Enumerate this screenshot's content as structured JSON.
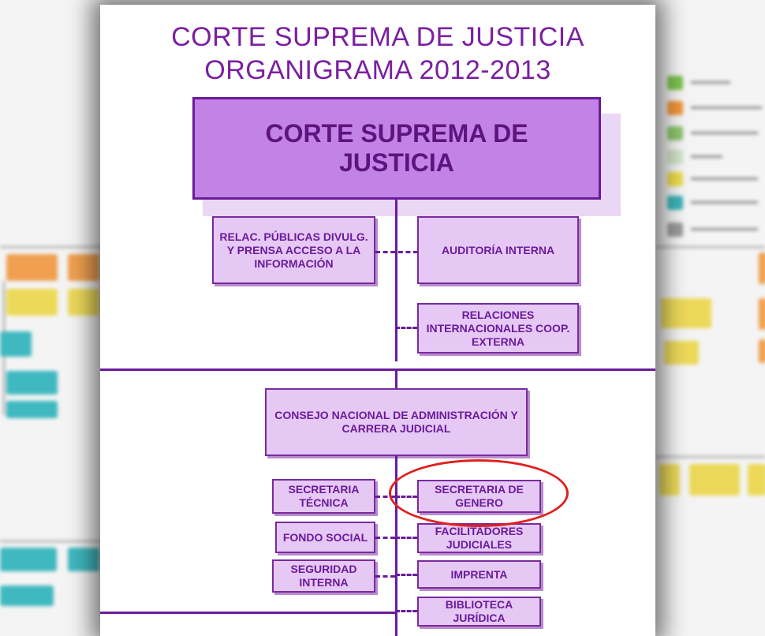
{
  "title_line1": "CORTE SUPREMA DE JUSTICIA",
  "title_line2": "ORGANIGRAMA 2012-2013",
  "top": {
    "main": "CORTE SUPREMA DE JUSTICIA",
    "relaciones_publicas": "RELAC. PÚBLICAS DIVULG. Y PRENSA ACCESO A LA INFORMACIÓN",
    "auditoria": "AUDITORÍA INTERNA",
    "relaciones_internacionales": "RELACIONES INTERNACIONALES COOP. EXTERNA"
  },
  "consejo": {
    "main": "CONSEJO NACIONAL DE ADMINISTRACIÓN Y CARRERA JUDICIAL",
    "left": [
      "SECRETARIA TÉCNICA",
      "FONDO SOCIAL",
      "SEGURIDAD INTERNA"
    ],
    "right": [
      "SECRETARIA DE GENERO",
      "FACILITADORES JUDICIALES",
      "IMPRENTA",
      "BIBLIOTECA JURÍDICA"
    ]
  },
  "highlighted": "SECRETARIA DE GENERO",
  "colors": {
    "title": "#7b1fa2",
    "main_box": "#c282e6",
    "box": "#e6c8f4",
    "border": "#6a1b9a",
    "highlight": "#e0201e"
  }
}
